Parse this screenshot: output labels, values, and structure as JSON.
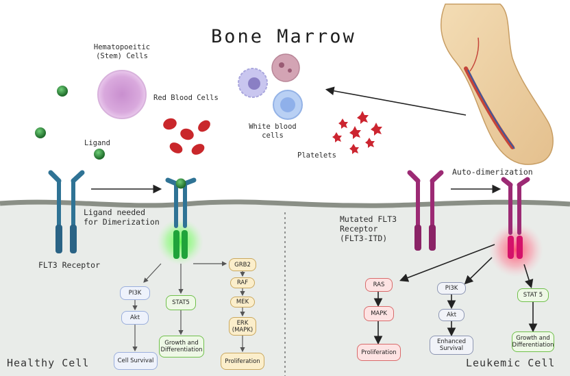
{
  "title": "Bone Marrow",
  "labels": {
    "hsc": "Hematopoeitic\n(Stem) Cells",
    "rbc": "Red Blood Cells",
    "wbc": "White blood\ncells",
    "platelets": "Platelets",
    "ligand": "Ligand",
    "ligand_needed": "Ligand needed\nfor Dimerization",
    "flt3_receptor": "FLT3 Receptor",
    "auto_dimerization": "Auto-dimerization",
    "mutated": "Mutated FLT3\nReceptor\n(FLT3-ITD)",
    "healthy_cell": "Healthy Cell",
    "leukemic_cell": "Leukemic Cell"
  },
  "healthy_pathway": {
    "pi3k": "PI3K",
    "akt": "Akt",
    "cell_survival": "Cell Survival",
    "stat5": "STAT5",
    "growth": "Growth and\nDifferentiation",
    "grb2": "GRB2",
    "raf": "RAF",
    "mek": "MEK",
    "erk": "ERK\n(MAPK)",
    "proliferation": "Proliferation"
  },
  "leukemic_pathway": {
    "ras": "RAS",
    "mapk": "MAPK",
    "proliferation": "Proliferation",
    "pi3k": "PI3K",
    "akt": "Akt",
    "enhanced": "Enhanced\nSurvival",
    "stat5": "STAT 5",
    "growth": "Growth and\nDifferentiation"
  },
  "colors": {
    "cytoplasm": "#e9ece9",
    "membrane": "#8a8f86",
    "receptor_normal": "#2f7395",
    "receptor_mutant": "#9c2a74",
    "ligand": "#2f8a3a",
    "rbc": "#c9272b",
    "platelet": "#cc2530",
    "green_glow": "#5cff4a",
    "red_glow": "#ff5a7a"
  }
}
